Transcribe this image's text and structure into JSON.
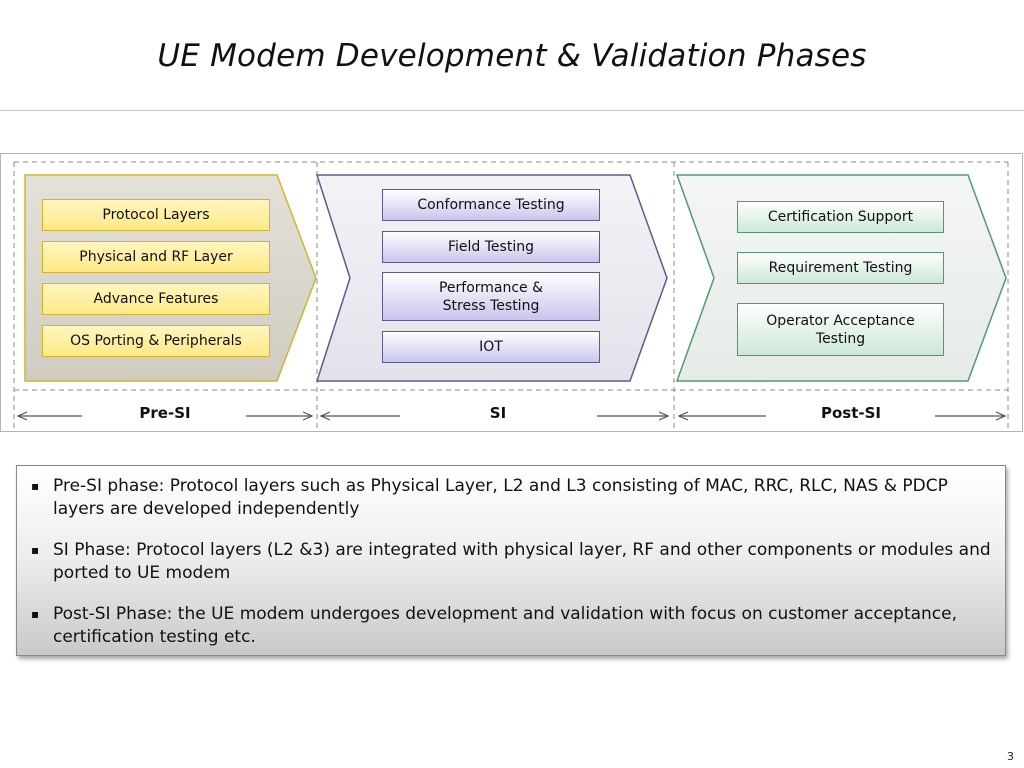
{
  "title": "UE Modem Development & Validation Phases",
  "phases": [
    {
      "label": "Pre-SI",
      "items": [
        "Protocol Layers",
        "Physical and RF Layer",
        "Advance Features",
        "OS Porting & Peripherals"
      ]
    },
    {
      "label": "SI",
      "items": [
        "Conformance Testing",
        "Field Testing",
        "Performance &\nStress Testing",
        "IOT"
      ]
    },
    {
      "label": "Post-SI",
      "items": [
        "Certification Support",
        "Requirement Testing",
        "Operator Acceptance\nTesting"
      ]
    }
  ],
  "notes": [
    "Pre-SI phase: Protocol layers such as Physical Layer, L2 and  L3 consisting of MAC, RRC, RLC, NAS & PDCP layers  are developed independently",
    "SI Phase:  Protocol layers (L2 &3) are integrated with physical layer, RF and other components or modules and ported to UE modem",
    "Post-SI Phase: the UE modem undergoes development and validation with focus on customer acceptance, certification testing etc."
  ],
  "page_number": "3",
  "colors": {
    "pre_si_fill": "#dcd9cf",
    "pre_si_stroke": "#d6b22e",
    "si_fill": "#ececf2",
    "si_stroke": "#5b5a93",
    "post_si_fill": "#eef2ef",
    "post_si_stroke": "#4e9a72"
  }
}
